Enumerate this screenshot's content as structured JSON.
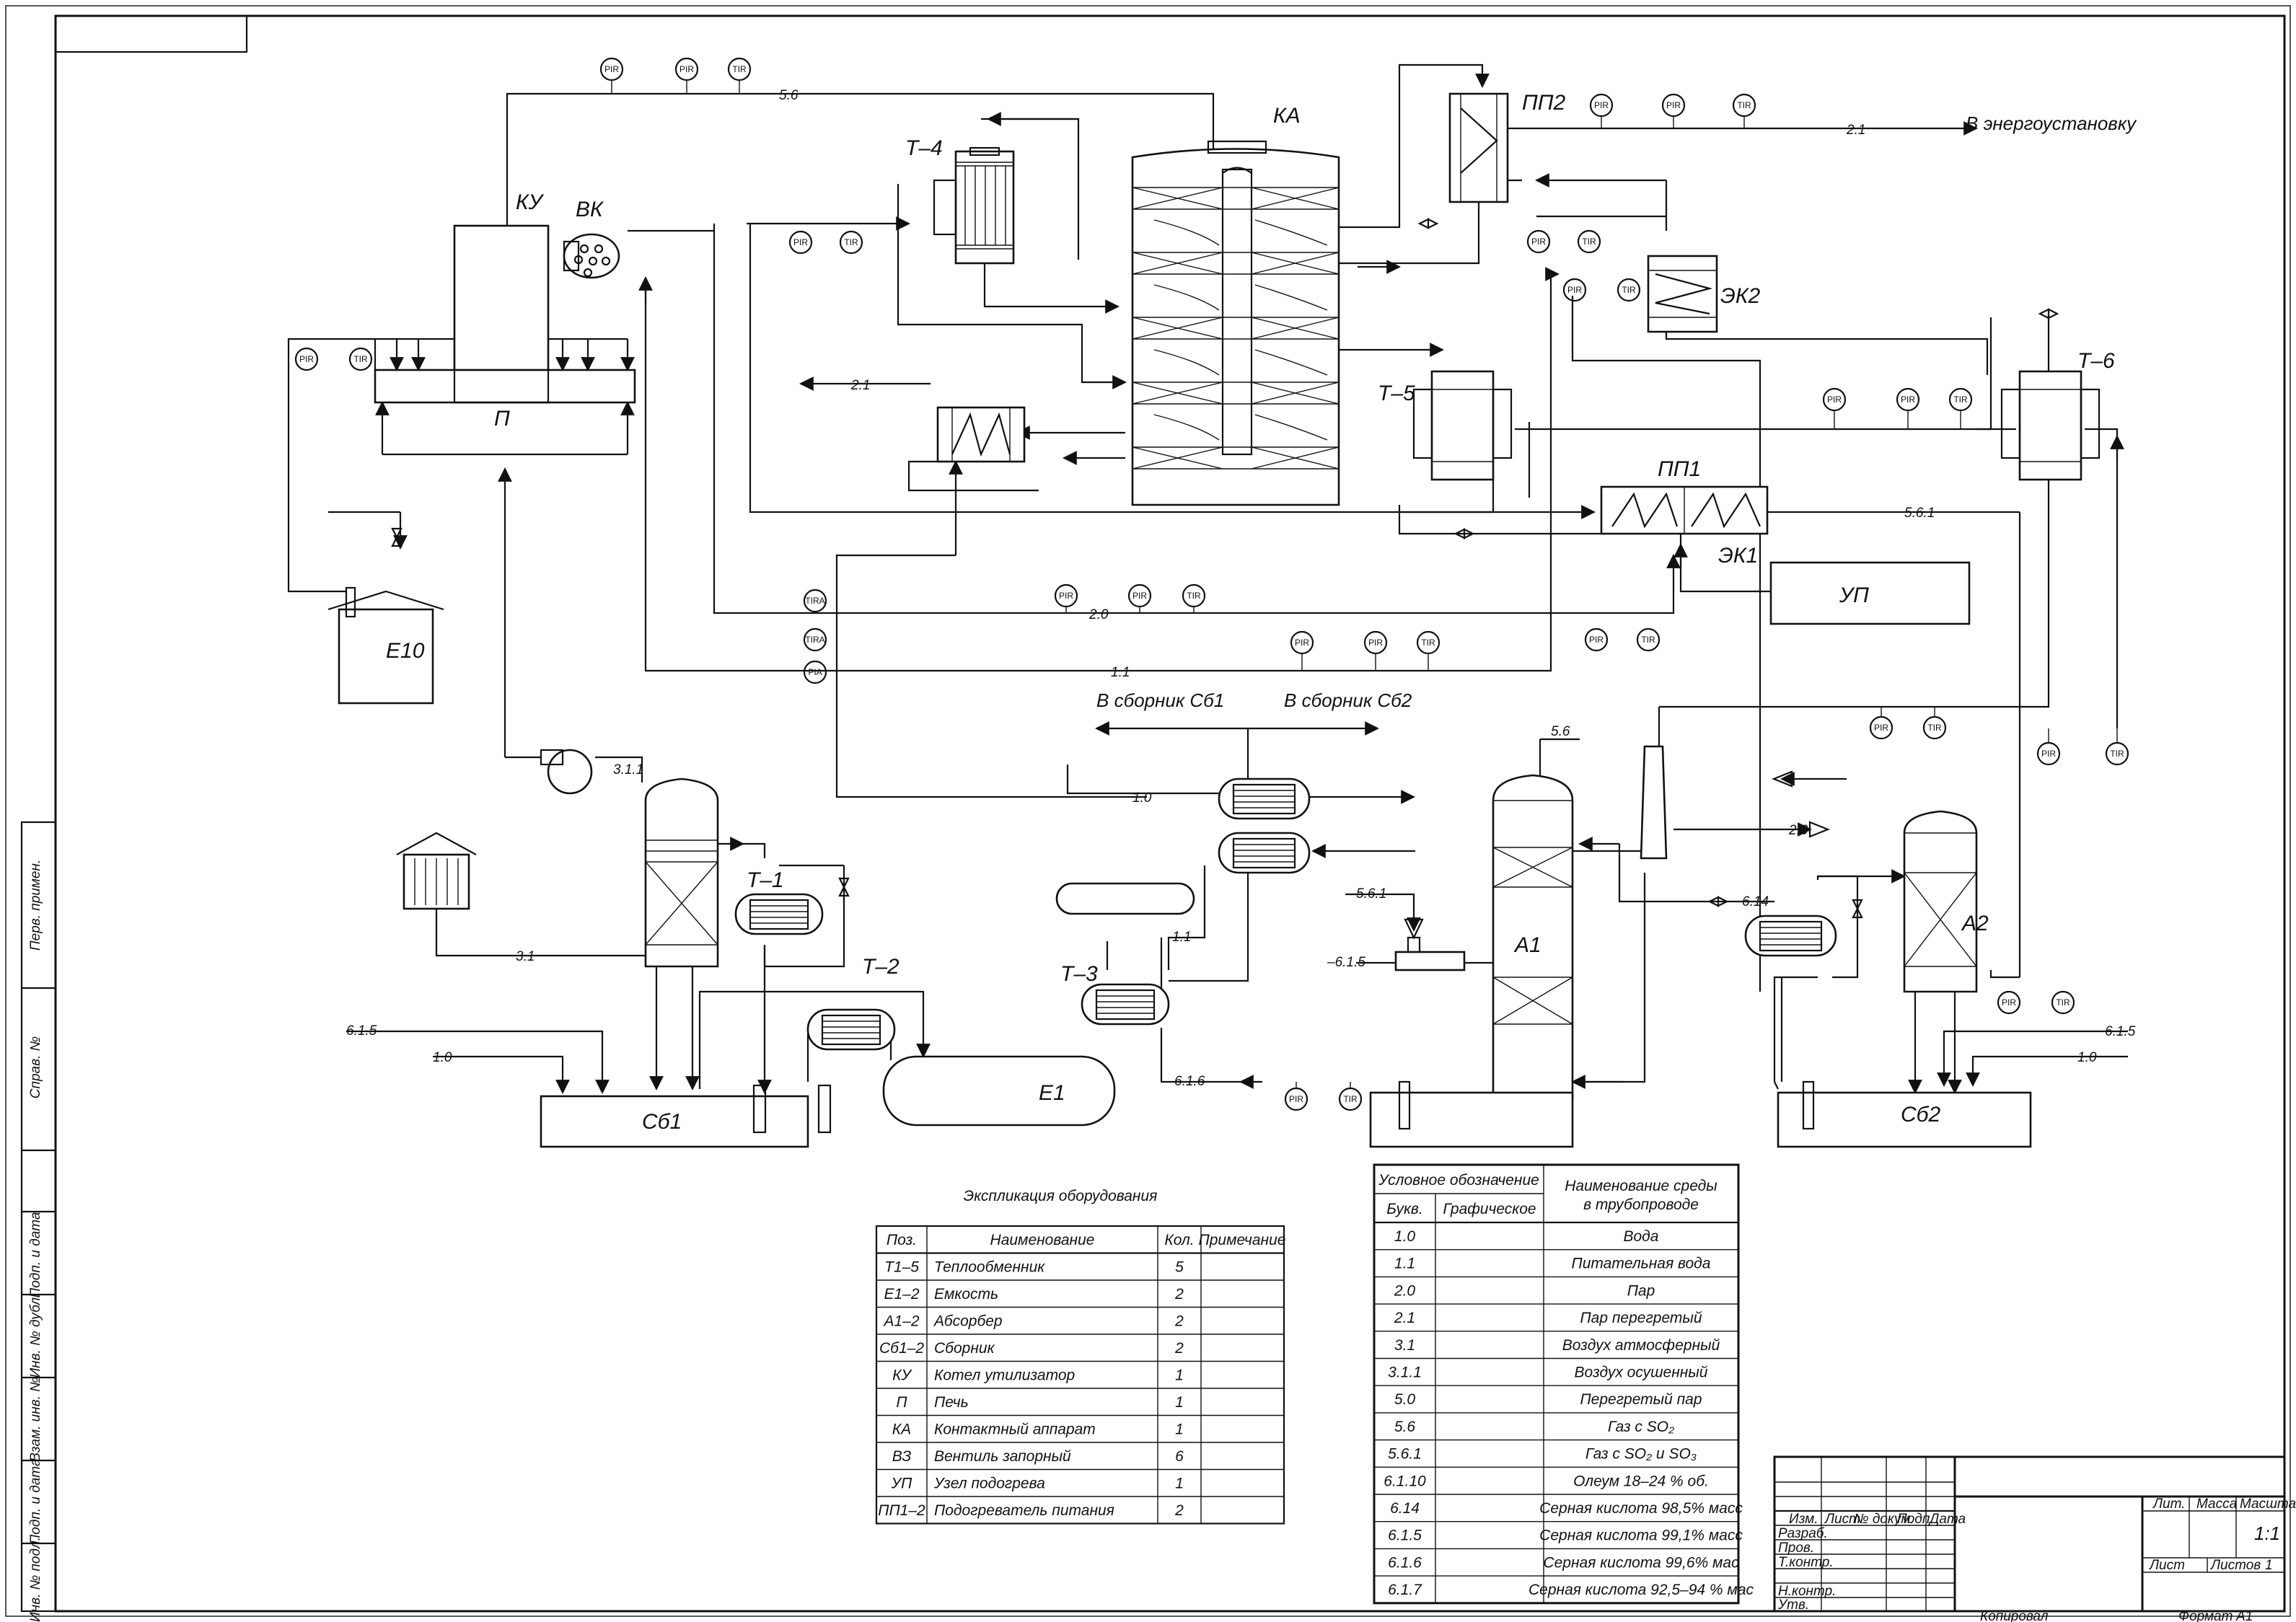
{
  "equipment_labels": {
    "KA": "КА",
    "T4": "Т–4",
    "PP2": "ПП2",
    "KU": "КУ",
    "VK": "ВК",
    "P": "П",
    "EK2": "ЭК2",
    "T5": "Т–5",
    "T6": "Т–6",
    "PP1": "ПП1",
    "EK1": "ЭК1",
    "UP": "УП",
    "E10": "Е10",
    "T1": "Т–1",
    "T2": "Т–2",
    "T3": "Т–3",
    "A1": "А1",
    "A2": "А2",
    "Sb1": "Сб1",
    "E1": "Е1",
    "Sb2": "Сб2"
  },
  "flow_codes": {
    "c56": "5.6",
    "c21_top": "2.1",
    "c21_left": "2.1",
    "c561": "5.6.1",
    "c20": "2.0",
    "c11": "1.1",
    "c10": "1.0",
    "c11b": "1.1",
    "c311": "3.1.1",
    "c31": "3.1",
    "c615_left": "6.1.5",
    "c10_left": "1.0",
    "c616": "6.1.6",
    "c56_abs": "5.6",
    "c561_abs": "5.6.1",
    "c615_abs": "–6.1.5",
    "c20_right": "2.0",
    "c614": "6.14",
    "c615_right": "6.1.5",
    "c10_right": "1.0"
  },
  "destinations": {
    "energy": "В энергоустановку",
    "sb1": "В сборник Сб1",
    "sb2": "В сборник Сб2"
  },
  "instrument_tags": {
    "PIR": "PIR",
    "TIR": "TIR",
    "TIRA": "TIRA",
    "PIA": "PIA"
  },
  "explication": {
    "title": "Экспликация оборудования",
    "headers": [
      "Поз.",
      "Наименование",
      "Кол.",
      "Примечание"
    ],
    "rows": [
      [
        "Т1–5",
        "Теплообменник",
        "5",
        ""
      ],
      [
        "Е1–2",
        "Емкость",
        "2",
        ""
      ],
      [
        "А1–2",
        "Абсорбер",
        "2",
        ""
      ],
      [
        "Сб1–2",
        "Сборник",
        "2",
        ""
      ],
      [
        "КУ",
        "Котел утилизатор",
        "1",
        ""
      ],
      [
        "П",
        "Печь",
        "1",
        ""
      ],
      [
        "КА",
        "Контактный аппарат",
        "1",
        ""
      ],
      [
        "ВЗ",
        "Вентиль запорный",
        "6",
        ""
      ],
      [
        "УП",
        "Узел подогрева",
        "1",
        ""
      ],
      [
        "ПП1–2",
        "Подогреватель питания",
        "2",
        ""
      ]
    ]
  },
  "legend": {
    "header_main": "Условное обозначение",
    "header_code": "Букв.",
    "header_graphic": "Графическое",
    "header_medium": "Наименование среды в трубопроводе",
    "rows": [
      [
        "1.0",
        "Вода"
      ],
      [
        "1.1",
        "Питательная вода"
      ],
      [
        "2.0",
        "Пар"
      ],
      [
        "2.1",
        "Пар перегретый"
      ],
      [
        "3.1",
        "Воздух атмосферный"
      ],
      [
        "3.1.1",
        "Воздух осушенный"
      ],
      [
        "5.0",
        "Перегретый пар"
      ],
      [
        "5.6",
        "Газ с SO₂"
      ],
      [
        "5.6.1",
        "Газ с SO₂ и SO₃"
      ],
      [
        "6.1.10",
        "Олеум 18–24 % об."
      ],
      [
        "6.14",
        "Серная кислота 98,5% масс"
      ],
      [
        "6.1.5",
        "Серная кислота 99,1% масс"
      ],
      [
        "6.1.6",
        "Серная кислота 99,6% мас"
      ],
      [
        "6.1.7",
        "Серная кислота 92,5–94 % мас"
      ]
    ]
  },
  "stamp": {
    "izm": "Изм.",
    "list": "Лист",
    "ndok": "№ докум.",
    "podp": "Подп.",
    "data": "Дата",
    "razrab": "Разраб.",
    "prov": "Пров.",
    "tkontr": "Т.контр.",
    "nkontr": "Н.контр.",
    "utv": "Утв.",
    "lit": "Лит.",
    "massa": "Масса",
    "masshtab": "Масштаб",
    "scale_value": "1:1",
    "list_label": "Лист",
    "listov_label": "Листов",
    "listov_value": "1",
    "kopiroval": "Копировал",
    "format_label": "Формат",
    "format_value": "А1"
  },
  "side_stamp": [
    "Перв. примен.",
    "Справ. №",
    "Подп. и дата",
    "Инв. № дубл.",
    "Взам. инв. №",
    "Подп. и дата",
    "Инв. № подл."
  ]
}
